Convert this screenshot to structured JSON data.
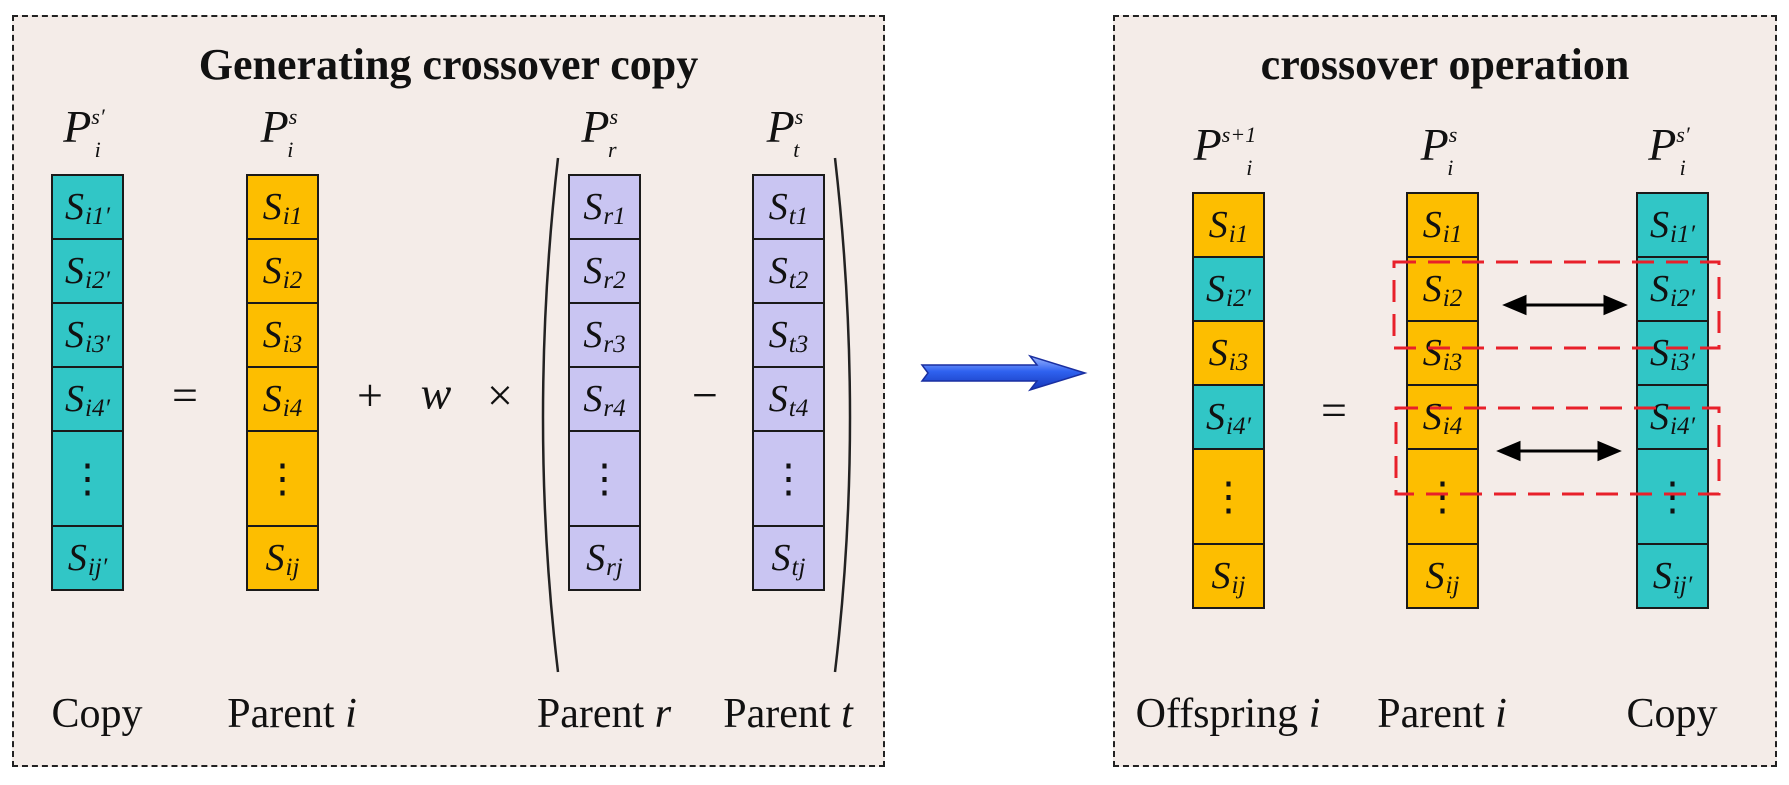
{
  "left_panel": {
    "title": "Generating crossover copy",
    "columns": [
      {
        "id": "copy",
        "label_base": "P",
        "label_sub": "i",
        "label_sup": "s′",
        "caption_text": "Copy",
        "caption_var": "",
        "color": "#31c6c6",
        "cells": [
          {
            "v": "S",
            "s": "i1′"
          },
          {
            "v": "S",
            "s": "i2′"
          },
          {
            "v": "S",
            "s": "i3′"
          },
          {
            "v": "S",
            "s": "i4′"
          },
          {
            "v": "⋮",
            "s": ""
          },
          {
            "v": "S",
            "s": "ij′"
          }
        ]
      },
      {
        "id": "parent-i",
        "label_base": "P",
        "label_sub": "i",
        "label_sup": "s",
        "caption_text": "Parent ",
        "caption_var": "i",
        "color": "#fdbe00",
        "cells": [
          {
            "v": "S",
            "s": "i1"
          },
          {
            "v": "S",
            "s": "i2"
          },
          {
            "v": "S",
            "s": "i3"
          },
          {
            "v": "S",
            "s": "i4"
          },
          {
            "v": "⋮",
            "s": ""
          },
          {
            "v": "S",
            "s": "ij"
          }
        ]
      },
      {
        "id": "parent-r",
        "label_base": "P",
        "label_sub": "r",
        "label_sup": "s",
        "caption_text": "Parent ",
        "caption_var": "r",
        "color": "#c9c5f2",
        "cells": [
          {
            "v": "S",
            "s": "r1"
          },
          {
            "v": "S",
            "s": "r2"
          },
          {
            "v": "S",
            "s": "r3"
          },
          {
            "v": "S",
            "s": "r4"
          },
          {
            "v": "⋮",
            "s": ""
          },
          {
            "v": "S",
            "s": "rj"
          }
        ]
      },
      {
        "id": "parent-t",
        "label_base": "P",
        "label_sub": "t",
        "label_sup": "s",
        "caption_text": "Parent ",
        "caption_var": "t",
        "color": "#c9c5f2",
        "cells": [
          {
            "v": "S",
            "s": "t1"
          },
          {
            "v": "S",
            "s": "t2"
          },
          {
            "v": "S",
            "s": "t3"
          },
          {
            "v": "S",
            "s": "t4"
          },
          {
            "v": "⋮",
            "s": ""
          },
          {
            "v": "S",
            "s": "tj"
          }
        ]
      }
    ],
    "operators": {
      "equals": "=",
      "plus": "+",
      "weight": "w",
      "times": "×",
      "minus": "−"
    }
  },
  "right_panel": {
    "title": "crossover operation",
    "columns": [
      {
        "id": "offspring-i",
        "label_base": "P",
        "label_sub": "i",
        "label_sup": "s+1",
        "caption_text": "Offspring ",
        "caption_var": "i",
        "cells": [
          {
            "v": "S",
            "s": "i1",
            "c": "gold"
          },
          {
            "v": "S",
            "s": "i2′",
            "c": "teal"
          },
          {
            "v": "S",
            "s": "i3",
            "c": "gold"
          },
          {
            "v": "S",
            "s": "i4′",
            "c": "teal"
          },
          {
            "v": "⋮",
            "s": "",
            "c": "gold"
          },
          {
            "v": "S",
            "s": "ij",
            "c": "gold"
          }
        ]
      },
      {
        "id": "parent-i",
        "label_base": "P",
        "label_sub": "i",
        "label_sup": "s",
        "caption_text": "Parent ",
        "caption_var": "i",
        "cells": [
          {
            "v": "S",
            "s": "i1",
            "c": "gold"
          },
          {
            "v": "S",
            "s": "i2",
            "c": "gold"
          },
          {
            "v": "S",
            "s": "i3",
            "c": "gold"
          },
          {
            "v": "S",
            "s": "i4",
            "c": "gold"
          },
          {
            "v": "⋮",
            "s": "",
            "c": "gold"
          },
          {
            "v": "S",
            "s": "ij",
            "c": "gold"
          }
        ]
      },
      {
        "id": "copy",
        "label_base": "P",
        "label_sub": "i",
        "label_sup": "s′",
        "caption_text": "Copy",
        "caption_var": "",
        "cells": [
          {
            "v": "S",
            "s": "i1′",
            "c": "teal"
          },
          {
            "v": "S",
            "s": "i2′",
            "c": "teal"
          },
          {
            "v": "S",
            "s": "i3′",
            "c": "teal"
          },
          {
            "v": "S",
            "s": "i4′",
            "c": "teal"
          },
          {
            "v": "⋮",
            "s": "",
            "c": "teal"
          },
          {
            "v": "S",
            "s": "ij′",
            "c": "teal"
          }
        ]
      }
    ],
    "operators": {
      "equals": "="
    },
    "swap_rows": [
      "2",
      "4"
    ]
  },
  "colors": {
    "teal": "#31c6c6",
    "gold": "#fdbe00",
    "lavender": "#c9c5f2",
    "panel_bg": "#f4ece8",
    "highlight": "#e8202a",
    "arrow_blue": "#2b5be8"
  },
  "icons": {
    "flow_arrow": "right-arrow-icon",
    "swap_arrow": "double-arrow-icon"
  }
}
